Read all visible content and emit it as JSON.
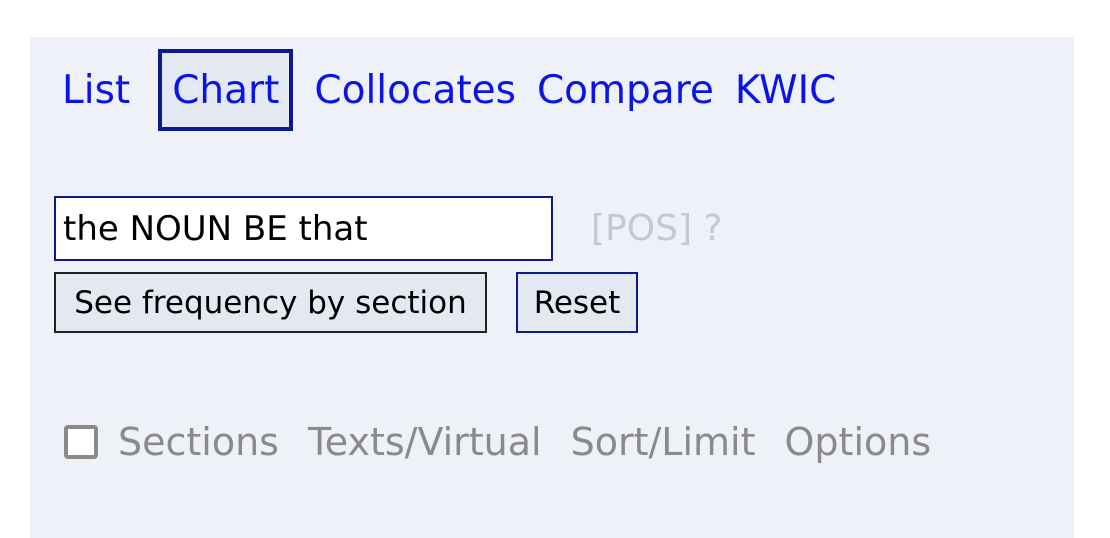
{
  "tabs": [
    {
      "label": "List",
      "active": false
    },
    {
      "label": "Chart",
      "active": true
    },
    {
      "label": "Collocates",
      "active": false
    },
    {
      "label": "Compare",
      "active": false
    },
    {
      "label": "KWIC",
      "active": false
    }
  ],
  "search": {
    "value": "the NOUN BE that",
    "pos_link": "[POS] ?"
  },
  "buttons": {
    "frequency": "See frequency by section",
    "reset": "Reset"
  },
  "options": {
    "sections_checked": false,
    "items": [
      "Sections",
      "Texts/Virtual",
      "Sort/Limit",
      "Options"
    ]
  },
  "colors": {
    "link": "#0a14e6",
    "panel_bg": "#eef1f8",
    "border_accent": "#0b1a8c",
    "muted_text": "#8a8a8a"
  }
}
